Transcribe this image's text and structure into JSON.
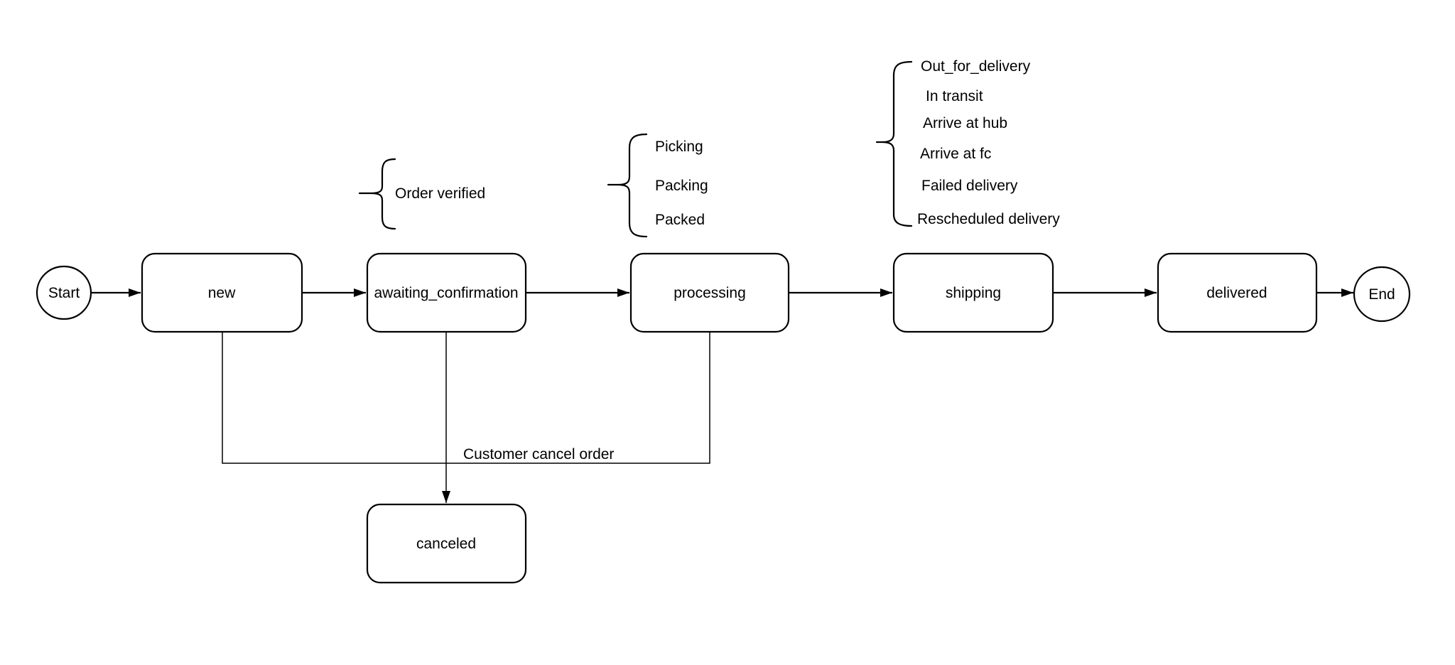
{
  "palette": {
    "stroke": "#000000",
    "shape_fill": "#ffffff",
    "background": "#ffffff",
    "text": "#000000"
  },
  "terminals": {
    "start": "Start",
    "end": "End"
  },
  "states": {
    "new": "new",
    "awaiting_confirmation": "awaiting_confirmation",
    "processing": "processing",
    "shipping": "shipping",
    "delivered": "delivered",
    "canceled": "canceled"
  },
  "transition_labels": {
    "cancel": "Customer cancel order"
  },
  "notes": {
    "awaiting_confirmation": {
      "items": [
        "Order verified"
      ]
    },
    "processing": {
      "items": [
        "Picking",
        "Packing",
        "Packed"
      ]
    },
    "shipping": {
      "items": [
        "Out_for_delivery",
        "In transit",
        "Arrive at hub",
        "Arrive at fc",
        "Failed delivery",
        "Rescheduled delivery"
      ]
    }
  }
}
